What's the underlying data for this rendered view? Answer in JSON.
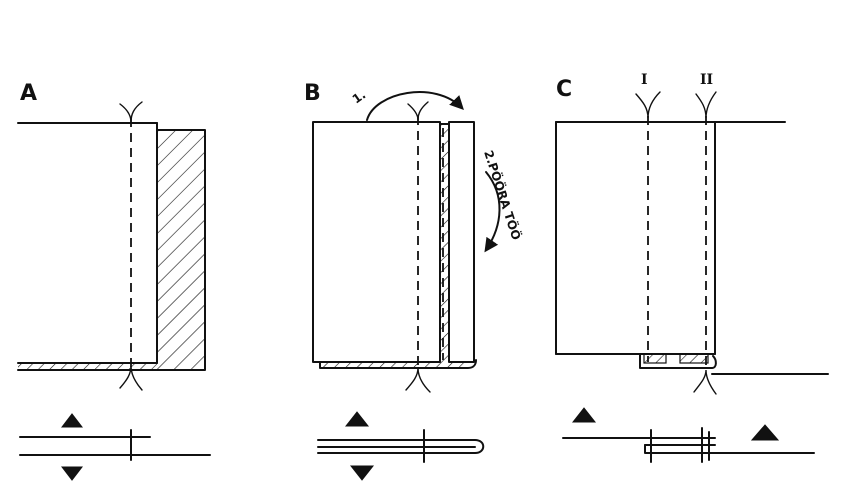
{
  "panels": [
    {
      "letter": "A"
    },
    {
      "letter": "B",
      "step_one": "1.",
      "step_two": "2.PÖÖRA TÖÖ"
    },
    {
      "letter": "C",
      "seam_one": "I",
      "seam_two": "II"
    }
  ]
}
